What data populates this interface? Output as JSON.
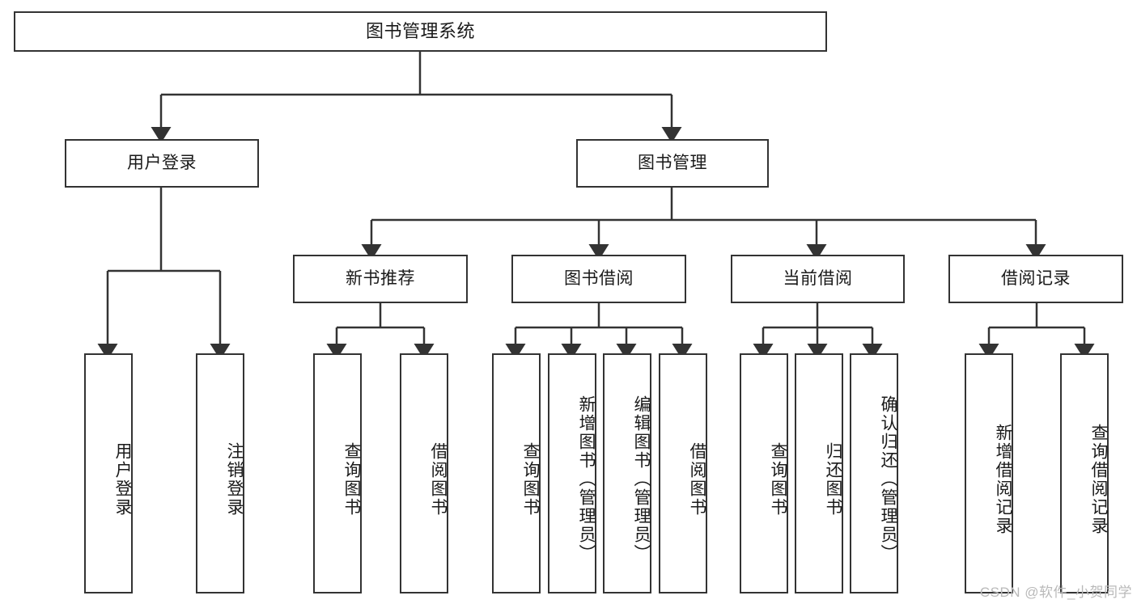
{
  "diagram": {
    "type": "tree",
    "title": "图书管理系统",
    "root": {
      "label": "图书管理系统"
    },
    "level1": [
      {
        "label": "用户登录"
      },
      {
        "label": "图书管理"
      }
    ],
    "level2": [
      {
        "label": "新书推荐"
      },
      {
        "label": "图书借阅"
      },
      {
        "label": "当前借阅"
      },
      {
        "label": "借阅记录"
      }
    ],
    "leaves": {
      "user_login": [
        {
          "label": "用户登录"
        },
        {
          "label": "注销登录"
        }
      ],
      "new_book_recommend": [
        {
          "label": "查询图书"
        },
        {
          "label": "借阅图书"
        }
      ],
      "book_borrow": [
        {
          "label": "查询图书"
        },
        {
          "label": "新增图书（管理员）"
        },
        {
          "label": "编辑图书（管理员）"
        },
        {
          "label": "借阅图书"
        }
      ],
      "current_borrow": [
        {
          "label": "查询图书"
        },
        {
          "label": "归还图书"
        },
        {
          "label": "确认归还（管理员）"
        }
      ],
      "borrow_record": [
        {
          "label": "新增借阅记录"
        },
        {
          "label": "查询借阅记录"
        }
      ]
    }
  },
  "watermark": {
    "text": "CSDN @软件_小贺同学",
    "color": "#b9b9b9"
  },
  "style": {
    "background": "#ffffff",
    "box_border": "#333333",
    "box_fill": "#ffffff",
    "connector": "#333333",
    "text": "#1a1a1a"
  }
}
